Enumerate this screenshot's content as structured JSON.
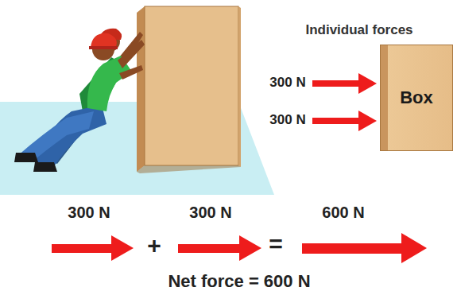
{
  "diagram": {
    "nodes": [
      {
        "text": [
          "Box"
        ]
      }
    ],
    "labels": [
      "Individual forces",
      "300 N",
      "300 N",
      "300 N",
      "300 N",
      "600 N",
      "+",
      "=",
      "Net force = 600 N"
    ]
  }
}
